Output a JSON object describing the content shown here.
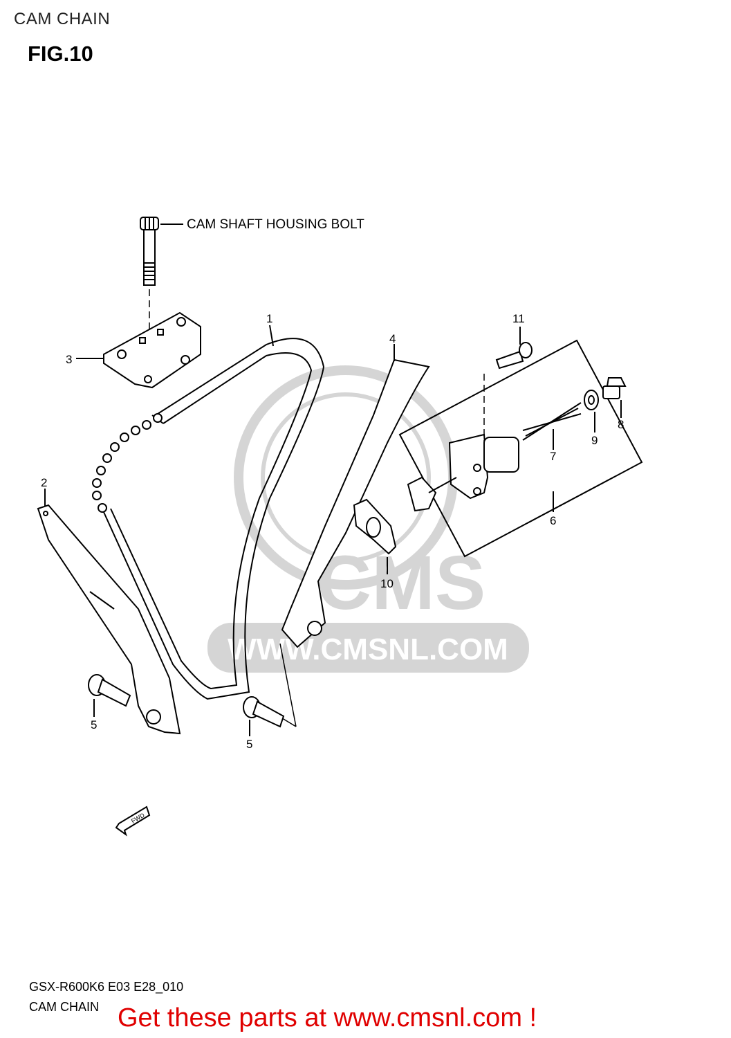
{
  "header": {
    "title": "CAM CHAIN",
    "figure": "FIG.10"
  },
  "diagram": {
    "callouts": {
      "cam_shaft_bolt": "CAM SHAFT HOUSING BOLT",
      "p1": "1",
      "p2": "2",
      "p3": "3",
      "p4": "4",
      "p5a": "5",
      "p5b": "5",
      "p6": "6",
      "p7": "7",
      "p8": "8",
      "p9": "9",
      "p10": "10",
      "p11": "11"
    },
    "fwd_label": "FWD"
  },
  "watermark": {
    "brand": "CMS",
    "url": "WWW.CMSNL.COM"
  },
  "footer": {
    "model_code": "GSX-R600K6 E03 E28_010",
    "section": "CAM CHAIN",
    "cta": "Get these parts at www.cmsnl.com !"
  }
}
